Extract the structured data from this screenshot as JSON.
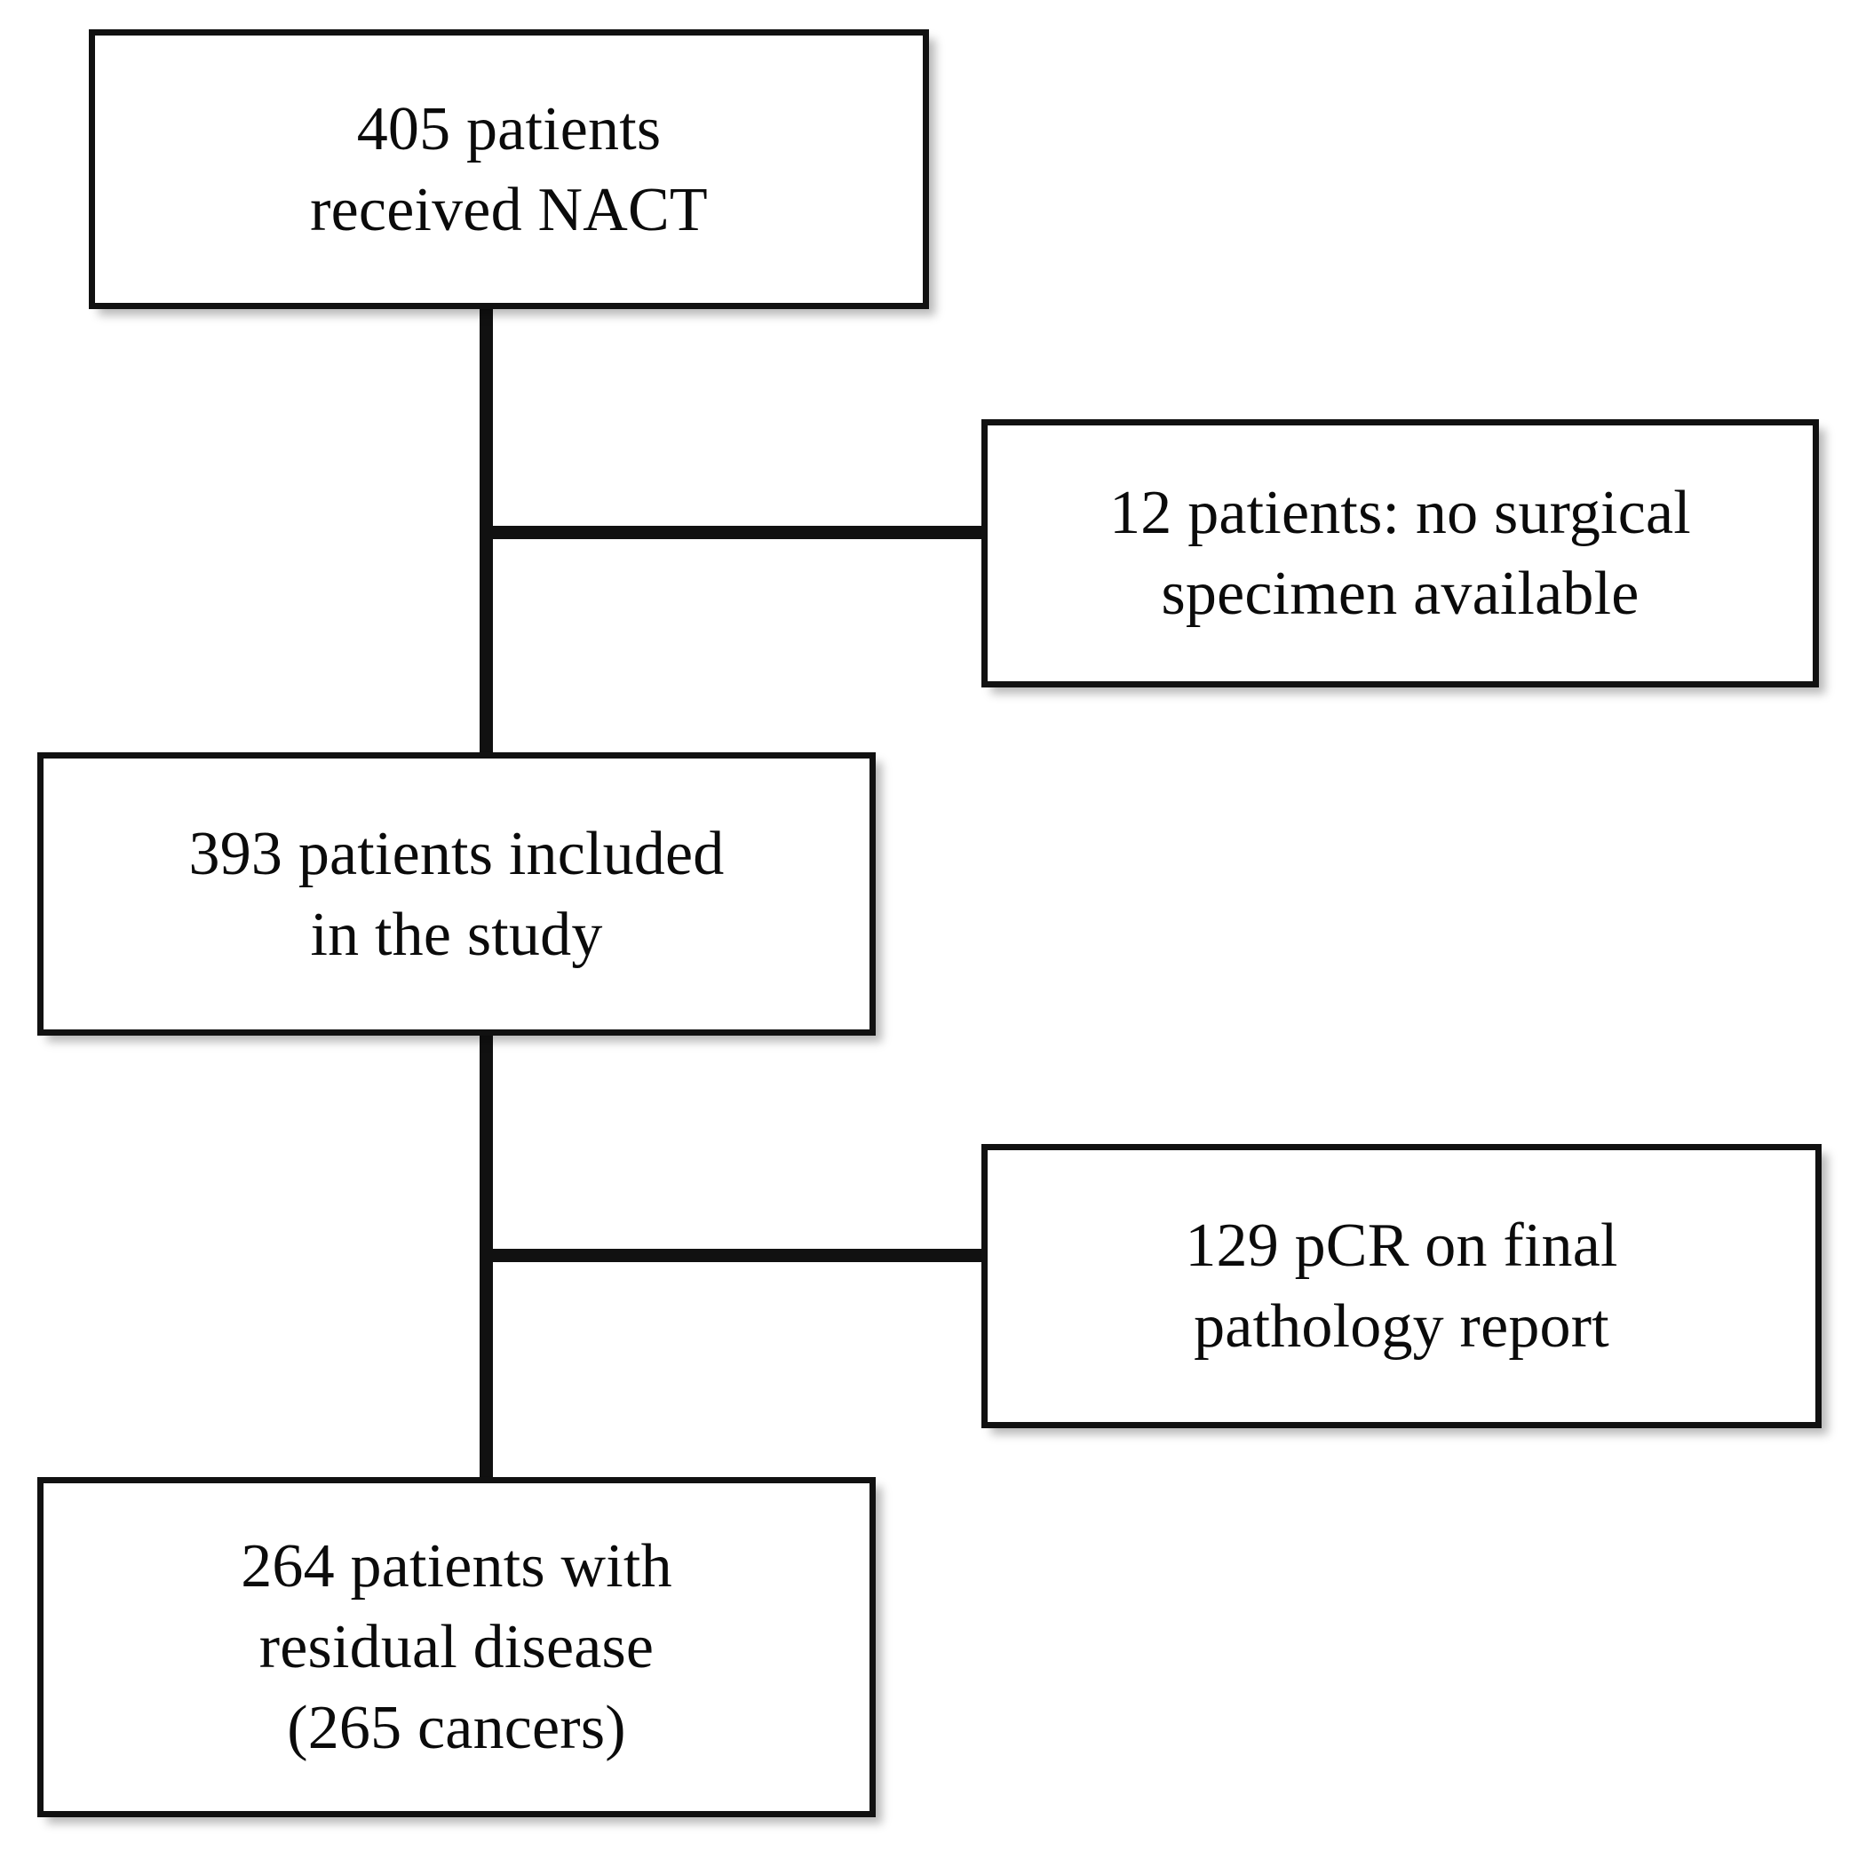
{
  "figure": {
    "type": "flowchart",
    "orientation": "vertical-with-right-branches",
    "background_color": "#ffffff",
    "line_color": "#111111",
    "text_color": "#0b0b0b"
  },
  "nodes": {
    "nact": {
      "id": "node-nact",
      "text": "405 patients\nreceived NACT",
      "count": 405,
      "label": "patients received NACT"
    },
    "no_specimen": {
      "id": "node-no-specimen",
      "text": "12 patients: no surgical\nspecimen available",
      "count": 12,
      "label": "patients: no surgical specimen available"
    },
    "included": {
      "id": "node-included",
      "text": "393 patients included\nin the study",
      "count": 393,
      "label": "patients included in the study"
    },
    "pcr": {
      "id": "node-pcr",
      "text": "129 pCR on final\npathology report",
      "count": 129,
      "label": "pCR on final pathology report"
    },
    "residual": {
      "id": "node-residual",
      "text": "264 patients with\nresidual disease\n(265 cancers)",
      "count": 264,
      "label": "patients with residual disease",
      "sublabel": "(265 cancers)",
      "cancers": 265
    }
  },
  "connectors": [
    {
      "name": "spine-top",
      "from": "nact",
      "to": "included",
      "kind": "vertical"
    },
    {
      "name": "branch-one",
      "from": "spine-top",
      "to": "no_specimen",
      "kind": "horizontal"
    },
    {
      "name": "spine-mid",
      "from": "included",
      "to": "residual",
      "kind": "vertical"
    },
    {
      "name": "branch-two",
      "from": "spine-mid",
      "to": "pcr",
      "kind": "horizontal"
    }
  ]
}
